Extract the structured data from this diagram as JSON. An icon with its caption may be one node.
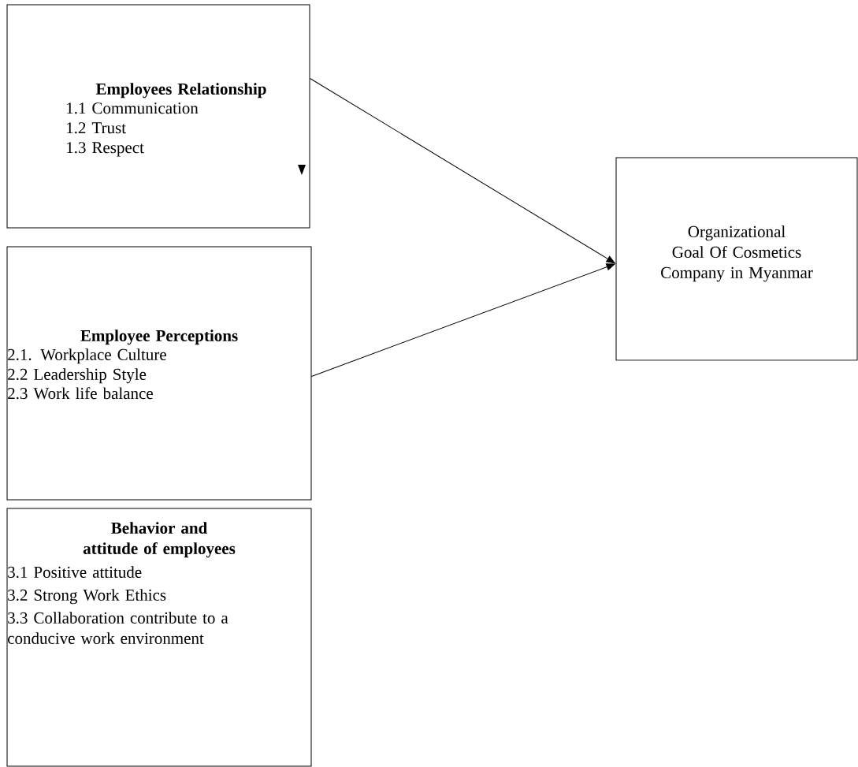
{
  "diagram": {
    "nodes": [
      {
        "text": [
          "Employees Relationship",
          "1.1 Communication",
          "1.2 Trust",
          "1.3 Respect"
        ]
      },
      {
        "text": [
          "Employee Perceptions",
          "2.1. Workplace Culture",
          "2.2 Leadership Style",
          "2.3 Work life balance"
        ]
      },
      {
        "text": [
          "Behavior and attitude of employees",
          "3.1 Positive attitude",
          "3.2 Strong Work Ethics",
          "3.3 Collaboration contribute to a conducive work environment"
        ]
      },
      {
        "text": [
          "Organizational Goal Of Cosmetics Company in Myanmar"
        ]
      }
    ],
    "edges": [
      {
        "from": 0,
        "to": 3,
        "arrow": "to"
      },
      {
        "from": 1,
        "to": 3,
        "arrow": "to"
      }
    ]
  }
}
